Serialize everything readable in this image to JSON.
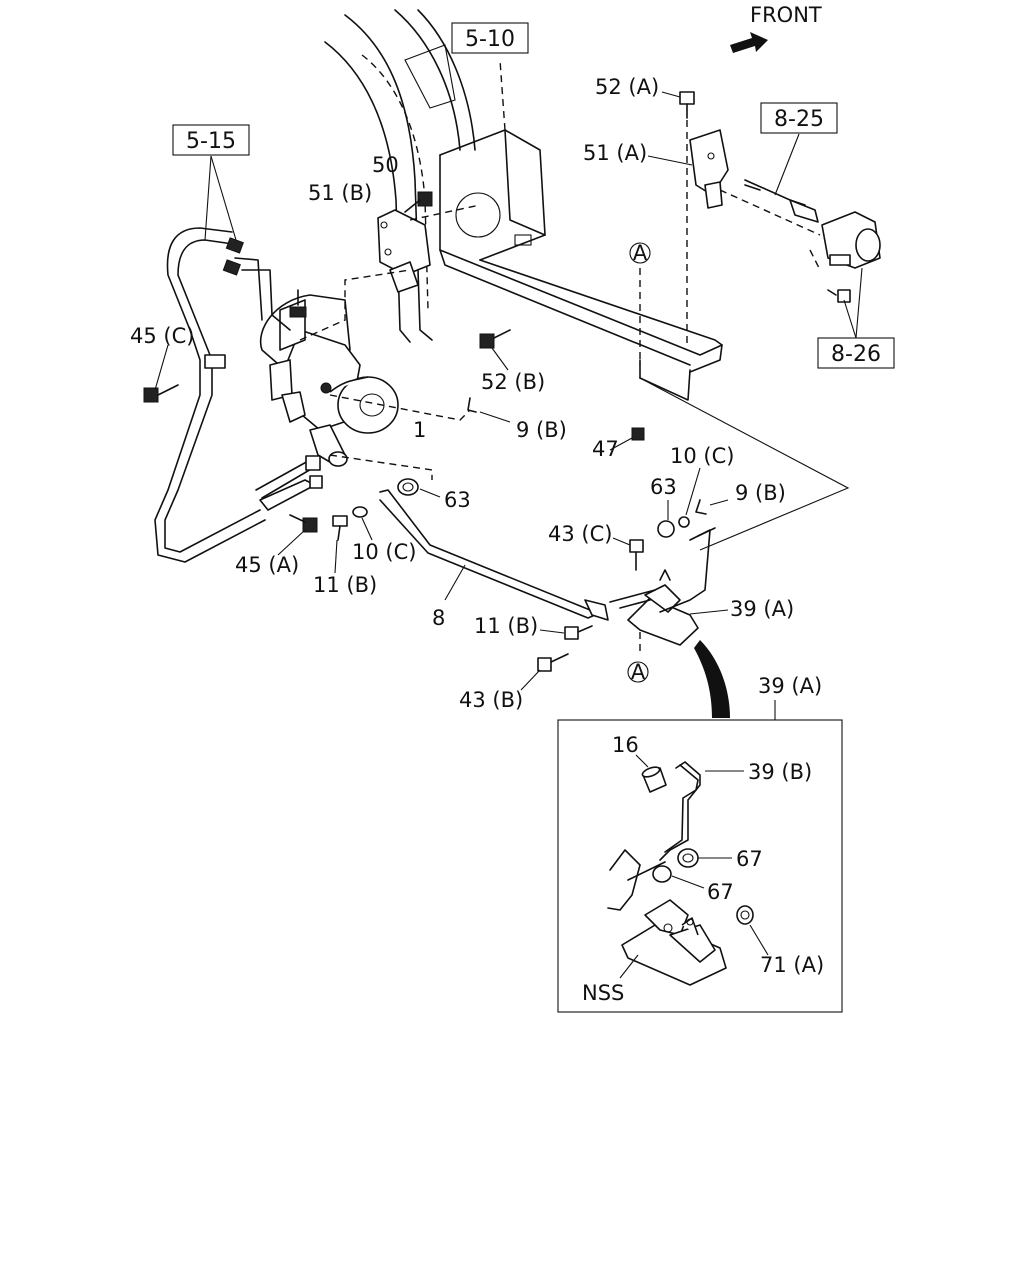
{
  "direction_label": "FRONT",
  "reference_boxes": [
    "5-10",
    "5-15",
    "8-25",
    "8-26"
  ],
  "callouts": {
    "c52a": "52 (A)",
    "c51a": "51 (A)",
    "c50": "50",
    "c51b": "51 (B)",
    "c45c": "45 (C)",
    "c52b": "52 (B)",
    "c1": "1",
    "c9b_left": "9 (B)",
    "c47": "47",
    "c10c_right": "10 (C)",
    "c63_right": "63",
    "c9b_right": "9 (B)",
    "c63_left": "63",
    "c43c": "43 (C)",
    "c39a": "39 (A)",
    "c45a": "45 (A)",
    "c11b_left": "11 (B)",
    "c10c_left": "10 (C)",
    "c8": "8",
    "c11b_right": "11 (B)",
    "c43b": "43 (B)",
    "c39a_detail": "39 (A)",
    "c16": "16",
    "c39b": "39 (B)",
    "c67_top": "67",
    "c67_bottom": "67",
    "c71a": "71 (A)",
    "cnss": "NSS"
  },
  "circle_markers": [
    "A",
    "A"
  ]
}
